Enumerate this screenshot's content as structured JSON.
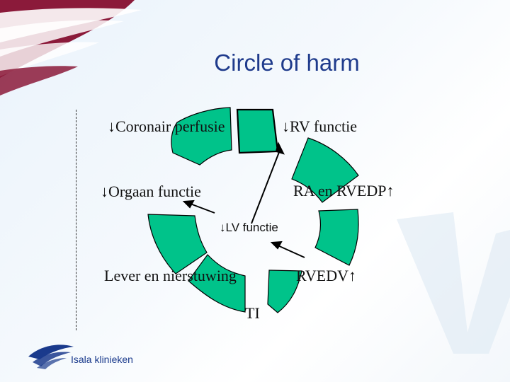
{
  "title": "Circle of harm",
  "labels": {
    "coronair": "↓Coronair perfusie",
    "rv_functie": "↓RV functie",
    "orgaan": "↓Orgaan functie",
    "ra_rvedp": "RA en RVEDP↑",
    "lv_functie": "↓LV functie",
    "lever": "Lever en nierstuwing",
    "rvedv": "RVEDV↑",
    "ti": "TI"
  },
  "logo": {
    "text": "Isala klinieken"
  },
  "colors": {
    "segment_fill": "#00c38a",
    "title": "#1f3b8c",
    "swoosh": "#8b1a3a",
    "logo_blue": "#1a3a8c"
  }
}
